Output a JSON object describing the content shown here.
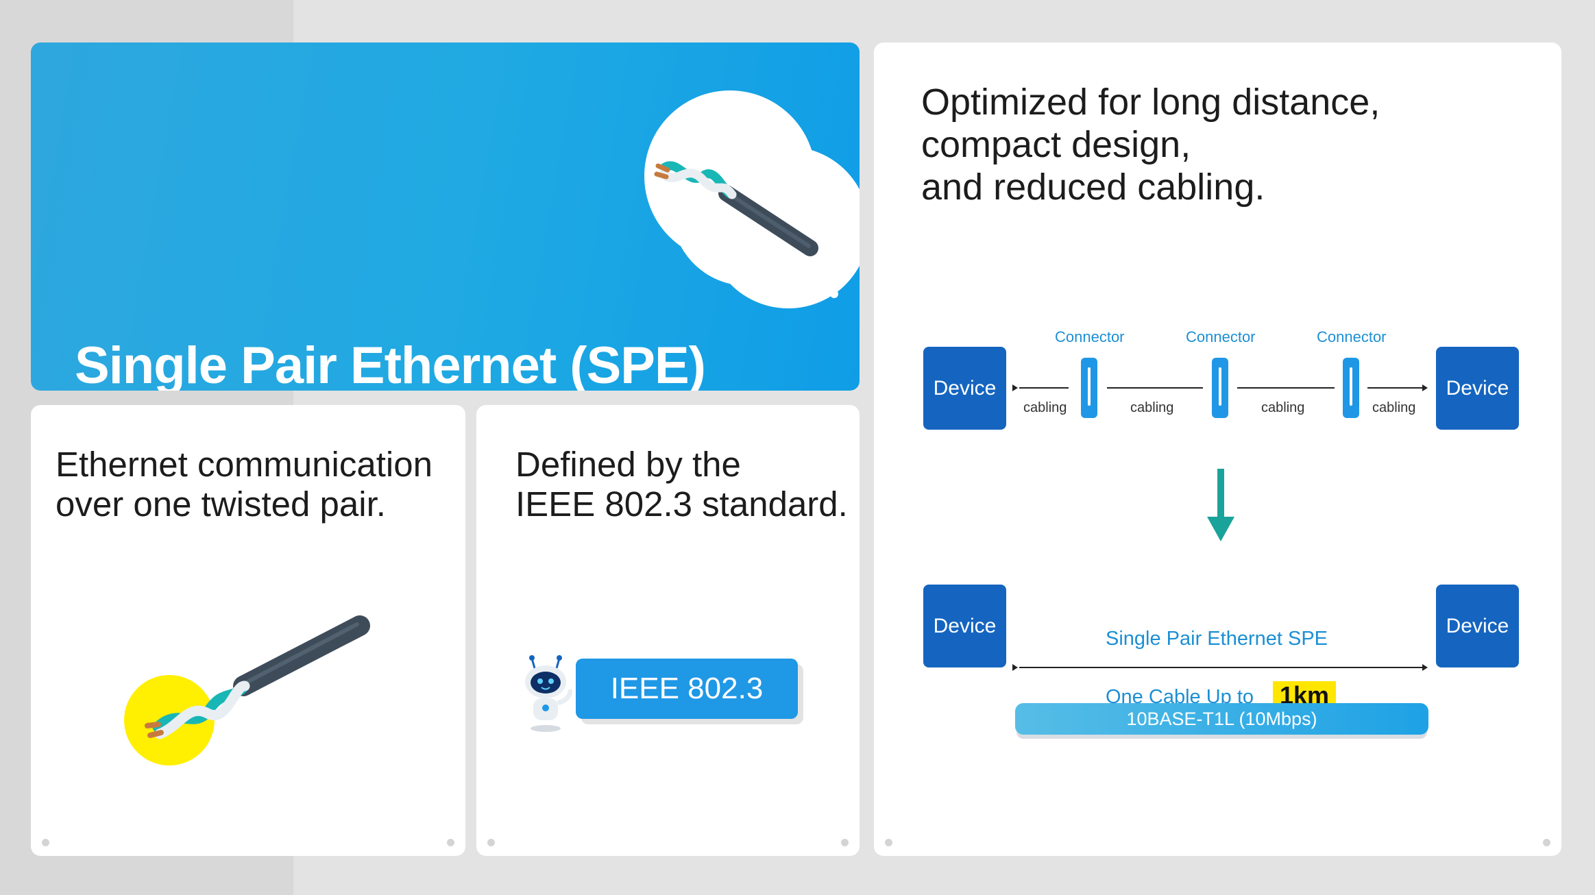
{
  "hero": {
    "title": "Single Pair Ethernet (SPE)"
  },
  "twisted": {
    "lines": [
      "Ethernet communication",
      "over one twisted pair."
    ]
  },
  "ieee": {
    "lines": [
      "Defined by the",
      "IEEE 802.3 standard."
    ],
    "badge": "IEEE 802.3"
  },
  "optimized": {
    "lines": [
      "Optimized for long distance,",
      "compact design,",
      "and reduced cabling."
    ],
    "diagram_top": {
      "device_left": "Device",
      "device_right": "Device",
      "connectors": [
        "Connector",
        "Connector",
        "Connector"
      ],
      "cabling": [
        "cabling",
        "cabling",
        "cabling",
        "cabling"
      ]
    },
    "diagram_bottom": {
      "device_left": "Device",
      "device_right": "Device",
      "spe_label": "Single Pair Ethernet SPE",
      "cable_prefix": "One Cable Up to",
      "distance": "1km",
      "rate_label": "10BASE-T1L  (10Mbps)"
    }
  },
  "colors": {
    "accent_blue": "#1fa9e3",
    "device_blue": "#1565c0",
    "arrow_teal": "#1aa39a",
    "highlight_yellow": "#ffe600",
    "cable_accent": "#19b6b6"
  },
  "icons": [
    "cable-icon",
    "robot-icon",
    "down-arrow-icon"
  ]
}
